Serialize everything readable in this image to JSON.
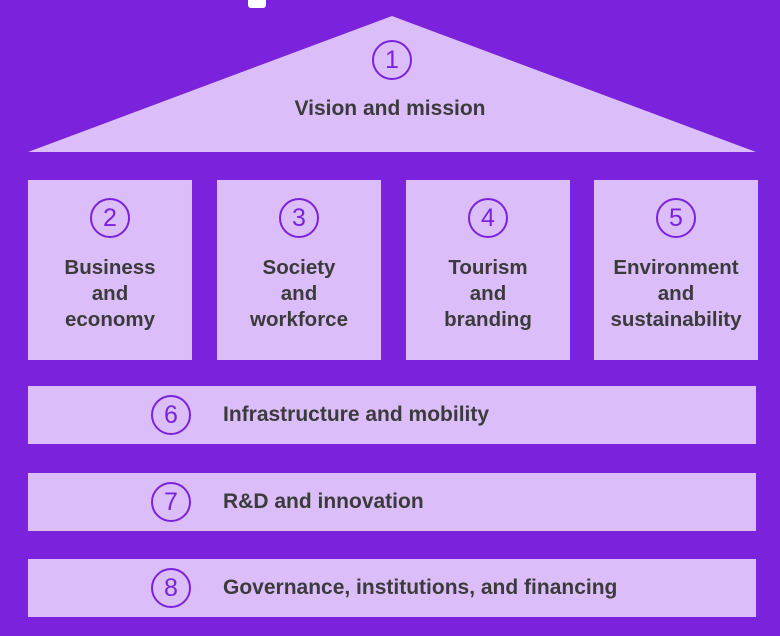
{
  "roof": {
    "number": "1",
    "label": "Vision and mission"
  },
  "pillars": [
    {
      "number": "2",
      "label": "Business\nand\neconomy"
    },
    {
      "number": "3",
      "label": "Society\nand\nworkforce"
    },
    {
      "number": "4",
      "label": "Tourism\nand\nbranding"
    },
    {
      "number": "5",
      "label": "Environment\nand\nsustainability"
    }
  ],
  "foundations": [
    {
      "number": "6",
      "label": "Infrastructure and mobility"
    },
    {
      "number": "7",
      "label": "R&D and innovation"
    },
    {
      "number": "8",
      "label": "Governance, institutions, and financing"
    }
  ],
  "colors": {
    "background": "#7a22dc",
    "block_fill": "#dbbdfa",
    "accent": "#7a22dc",
    "text": "#3b3b3b"
  }
}
